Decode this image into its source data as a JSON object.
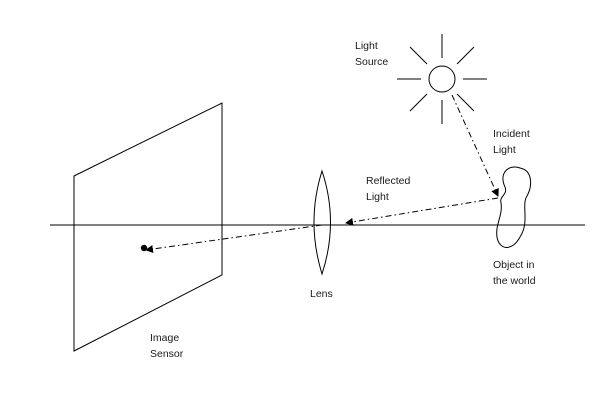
{
  "labels": {
    "light_source": [
      "Light",
      "Source"
    ],
    "incident_light": [
      "Incident",
      "Light"
    ],
    "reflected_light": [
      "Reflected",
      "Light"
    ],
    "object": [
      "Object in",
      "the world"
    ],
    "lens": "Lens",
    "image_sensor": [
      "Image",
      "Sensor"
    ]
  },
  "colors": {
    "stroke": "#000000",
    "text": "#1a1a1a",
    "background": "#ffffff"
  }
}
